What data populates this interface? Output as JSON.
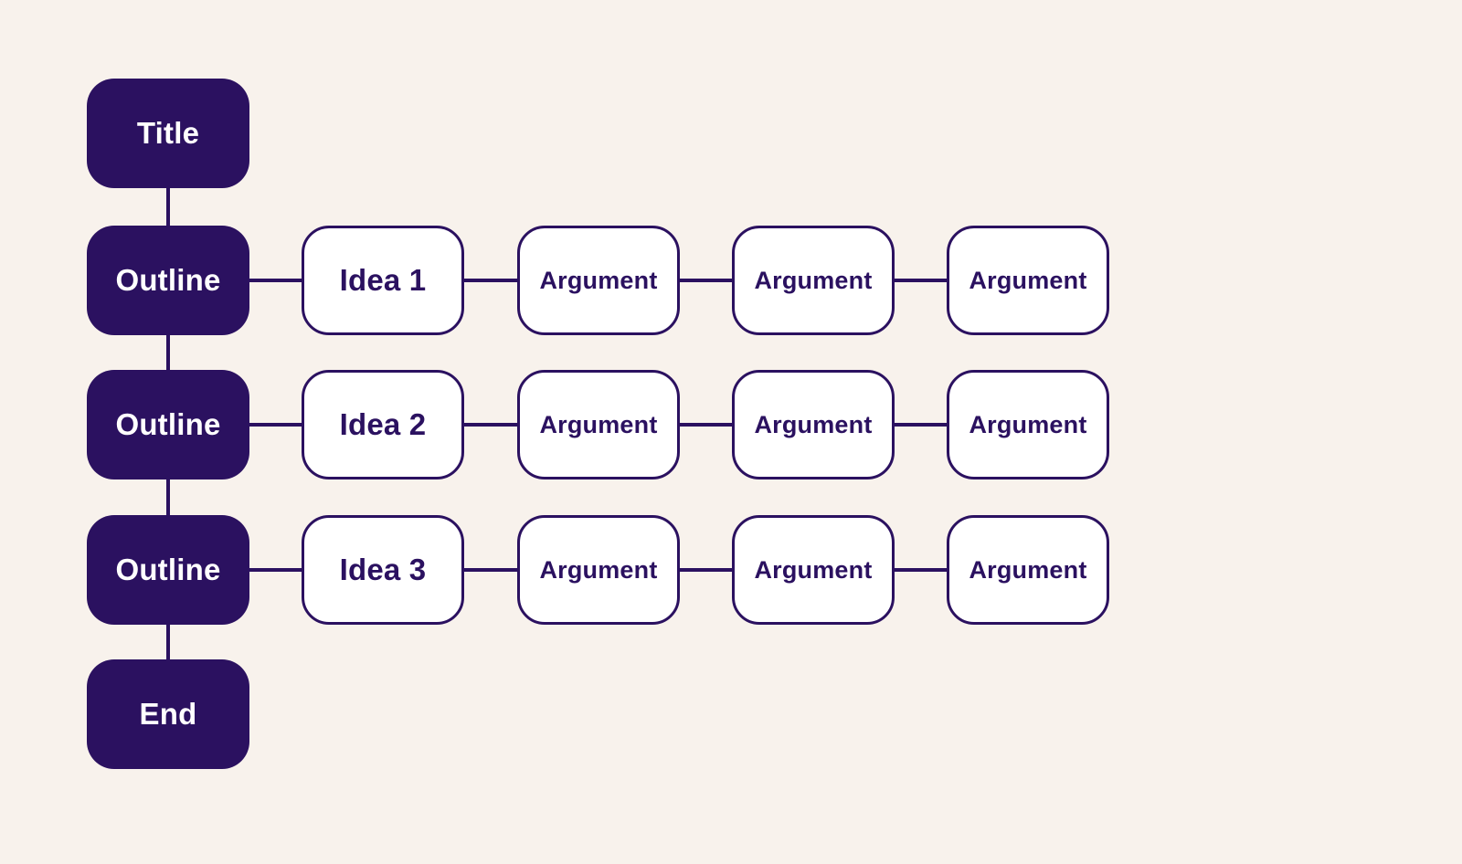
{
  "colors": {
    "background": "#F8F2EC",
    "accent": "#2B1160",
    "node_light_fill": "#FFFFFF",
    "text_on_dark": "#FFFFFF"
  },
  "flowchart": {
    "spine": [
      {
        "label": "Title"
      },
      {
        "label": "Outline"
      },
      {
        "label": "Outline"
      },
      {
        "label": "Outline"
      },
      {
        "label": "End"
      }
    ],
    "branches": [
      {
        "idea": "Idea 1",
        "arguments": [
          "Argument",
          "Argument",
          "Argument"
        ]
      },
      {
        "idea": "Idea 2",
        "arguments": [
          "Argument",
          "Argument",
          "Argument"
        ]
      },
      {
        "idea": "Idea 3",
        "arguments": [
          "Argument",
          "Argument",
          "Argument"
        ]
      }
    ]
  }
}
